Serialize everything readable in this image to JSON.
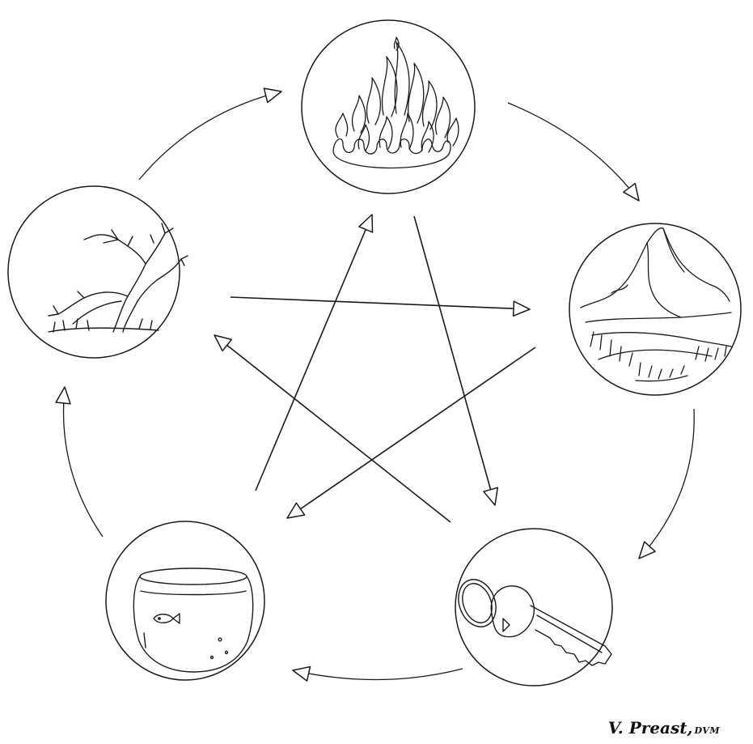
{
  "diagram": {
    "elements": [
      {
        "id": "fire",
        "icon": "fire-icon"
      },
      {
        "id": "earth",
        "icon": "mountain-icon"
      },
      {
        "id": "metal",
        "icon": "key-icon"
      },
      {
        "id": "water",
        "icon": "fishbowl-icon"
      },
      {
        "id": "wood",
        "icon": "tree-icon"
      }
    ],
    "cycle_arrows": [
      {
        "from": "fire",
        "to": "earth"
      },
      {
        "from": "earth",
        "to": "metal"
      },
      {
        "from": "metal",
        "to": "water"
      },
      {
        "from": "water",
        "to": "wood"
      },
      {
        "from": "wood",
        "to": "fire"
      }
    ],
    "star_arrows": [
      {
        "from": "fire",
        "to": "metal"
      },
      {
        "from": "metal",
        "to": "wood"
      },
      {
        "from": "wood",
        "to": "earth"
      },
      {
        "from": "earth",
        "to": "water"
      },
      {
        "from": "water",
        "to": "fire"
      }
    ],
    "colors": {
      "ink": "#1a1a1a",
      "background": "#ffffff"
    }
  },
  "signature": {
    "name": "V. Preast,",
    "suffix": "DVM"
  }
}
